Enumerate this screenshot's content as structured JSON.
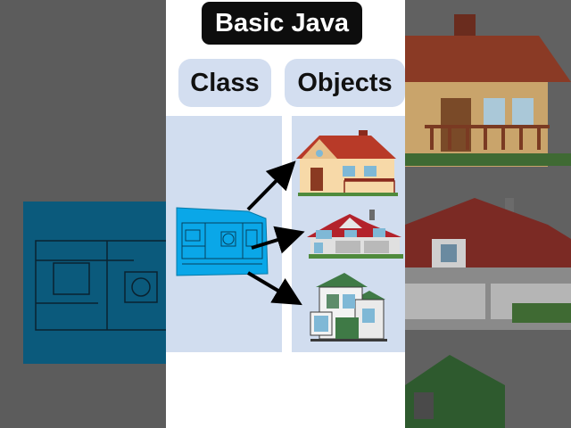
{
  "title": "Basic Java",
  "left_column": {
    "label": "Class",
    "icon": "blueprint-icon"
  },
  "right_column": {
    "label": "Objects",
    "items": [
      {
        "icon": "house-icon"
      },
      {
        "icon": "suburban-house-icon"
      },
      {
        "icon": "modern-house-icon"
      }
    ]
  },
  "colors": {
    "title_bg": "#0d0d0d",
    "pill_bg": "#d3def0",
    "panel_bg": "#d1ddef",
    "blueprint": "#0aa7e8",
    "arrow": "#000000"
  }
}
